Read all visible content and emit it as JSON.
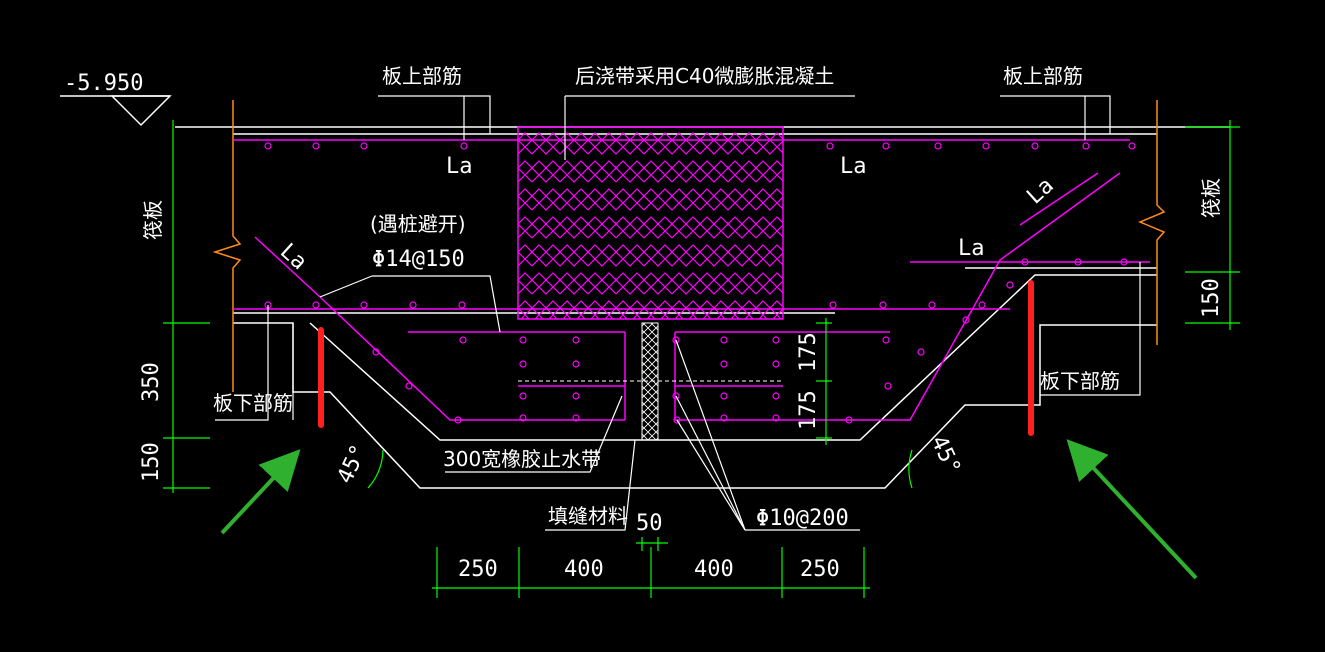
{
  "elevation": "-5.950",
  "labels": {
    "top_rebar_left": "板上部筋",
    "top_rebar_right": "板上部筋",
    "post_pour_band": "后浇带采用C40微膨胀混凝土",
    "raft_left": "筏板",
    "raft_right": "筏板",
    "avoid_pile": "(遇桩避开)",
    "rebar_phi14": "Φ14@150",
    "bottom_rebar_left": "板下部筋",
    "bottom_rebar_right": "板下部筋",
    "waterstop": "300宽橡胶止水带",
    "filler": "填缝材料",
    "rebar_phi10": "Φ10@200",
    "la_1": "La",
    "la_2": "La",
    "la_3": "La",
    "la_4": "La",
    "la_5": "La",
    "angle_left": "45°",
    "angle_right": "45°"
  },
  "dimensions": {
    "left_350": "350",
    "left_150": "150",
    "right_150": "150",
    "center_175_top": "175",
    "center_175_bottom": "175",
    "gap_50": "50",
    "bottom_250_left": "250",
    "bottom_400_left": "400",
    "bottom_400_right": "400",
    "bottom_250_right": "250"
  },
  "colors": {
    "background": "#000000",
    "magenta": "#ff00ff",
    "green": "#00ff00",
    "orange": "#ff8c1a",
    "highlight_red": "#ff2020",
    "arrow_green": "#2fb02f",
    "white": "#ffffff"
  }
}
